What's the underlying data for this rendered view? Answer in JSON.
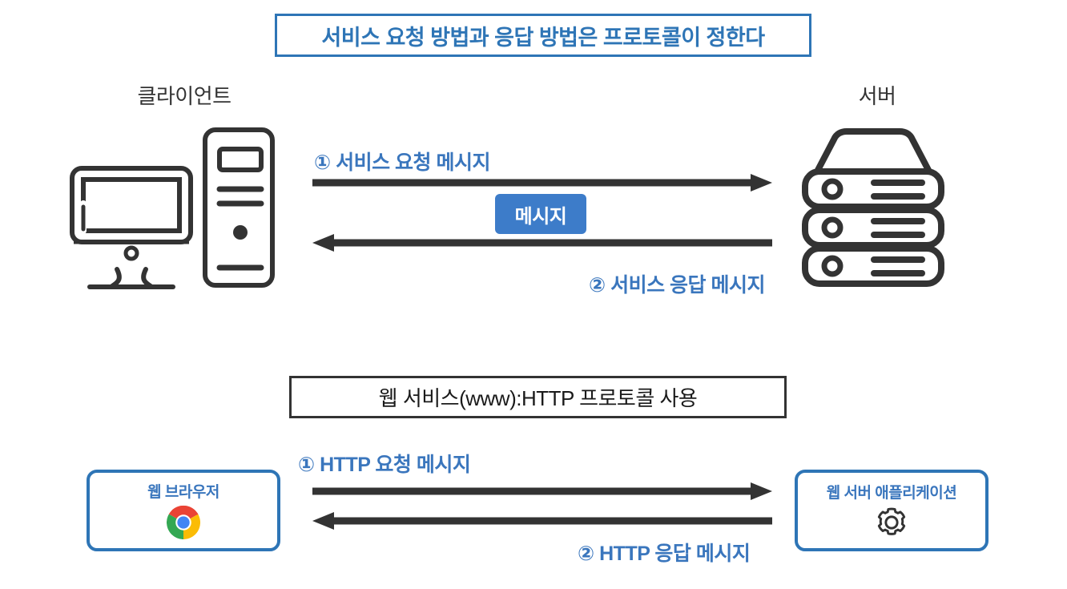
{
  "page": {
    "background_color": "#ffffff",
    "accent_blue": "#2e75b6",
    "label_blue": "#3a76bd",
    "badge_blue": "#3d7cc9",
    "dark": "#333333"
  },
  "title": {
    "text": "서비스 요청 방법과 응답 방법은 프로토콜이 정한다"
  },
  "top_diagram": {
    "client_caption": "클라이언트",
    "server_caption": "서버",
    "request_label": "① 서비스 요청 메시지",
    "response_label": "② 서비스 응답 메시지",
    "message_badge": "메시지",
    "client_icon": "desktop-computer-icon",
    "server_icon": "server-stack-icon",
    "request_arrow_icon": "arrow-right-icon",
    "response_arrow_icon": "arrow-left-icon"
  },
  "section_heading": {
    "text": "웹 서비스(www):HTTP 프로토콜 사용"
  },
  "bottom_diagram": {
    "browser_label": "웹 브라우저",
    "browser_icon": "chrome-logo-icon",
    "server_label": "웹 서버 애플리케이션",
    "server_icon": "gear-icon",
    "request_label": "① HTTP 요청 메시지",
    "response_label": "② HTTP 응답 메시지",
    "request_arrow_icon": "arrow-right-icon",
    "response_arrow_icon": "arrow-left-icon"
  }
}
